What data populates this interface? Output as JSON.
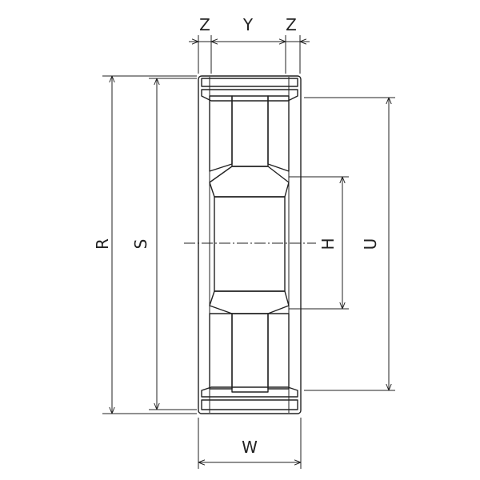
{
  "labels": {
    "z_left": "Z",
    "y": "Y",
    "z_right": "Z",
    "r": "R",
    "s": "S",
    "h": "H",
    "u": "U",
    "w": "W"
  }
}
